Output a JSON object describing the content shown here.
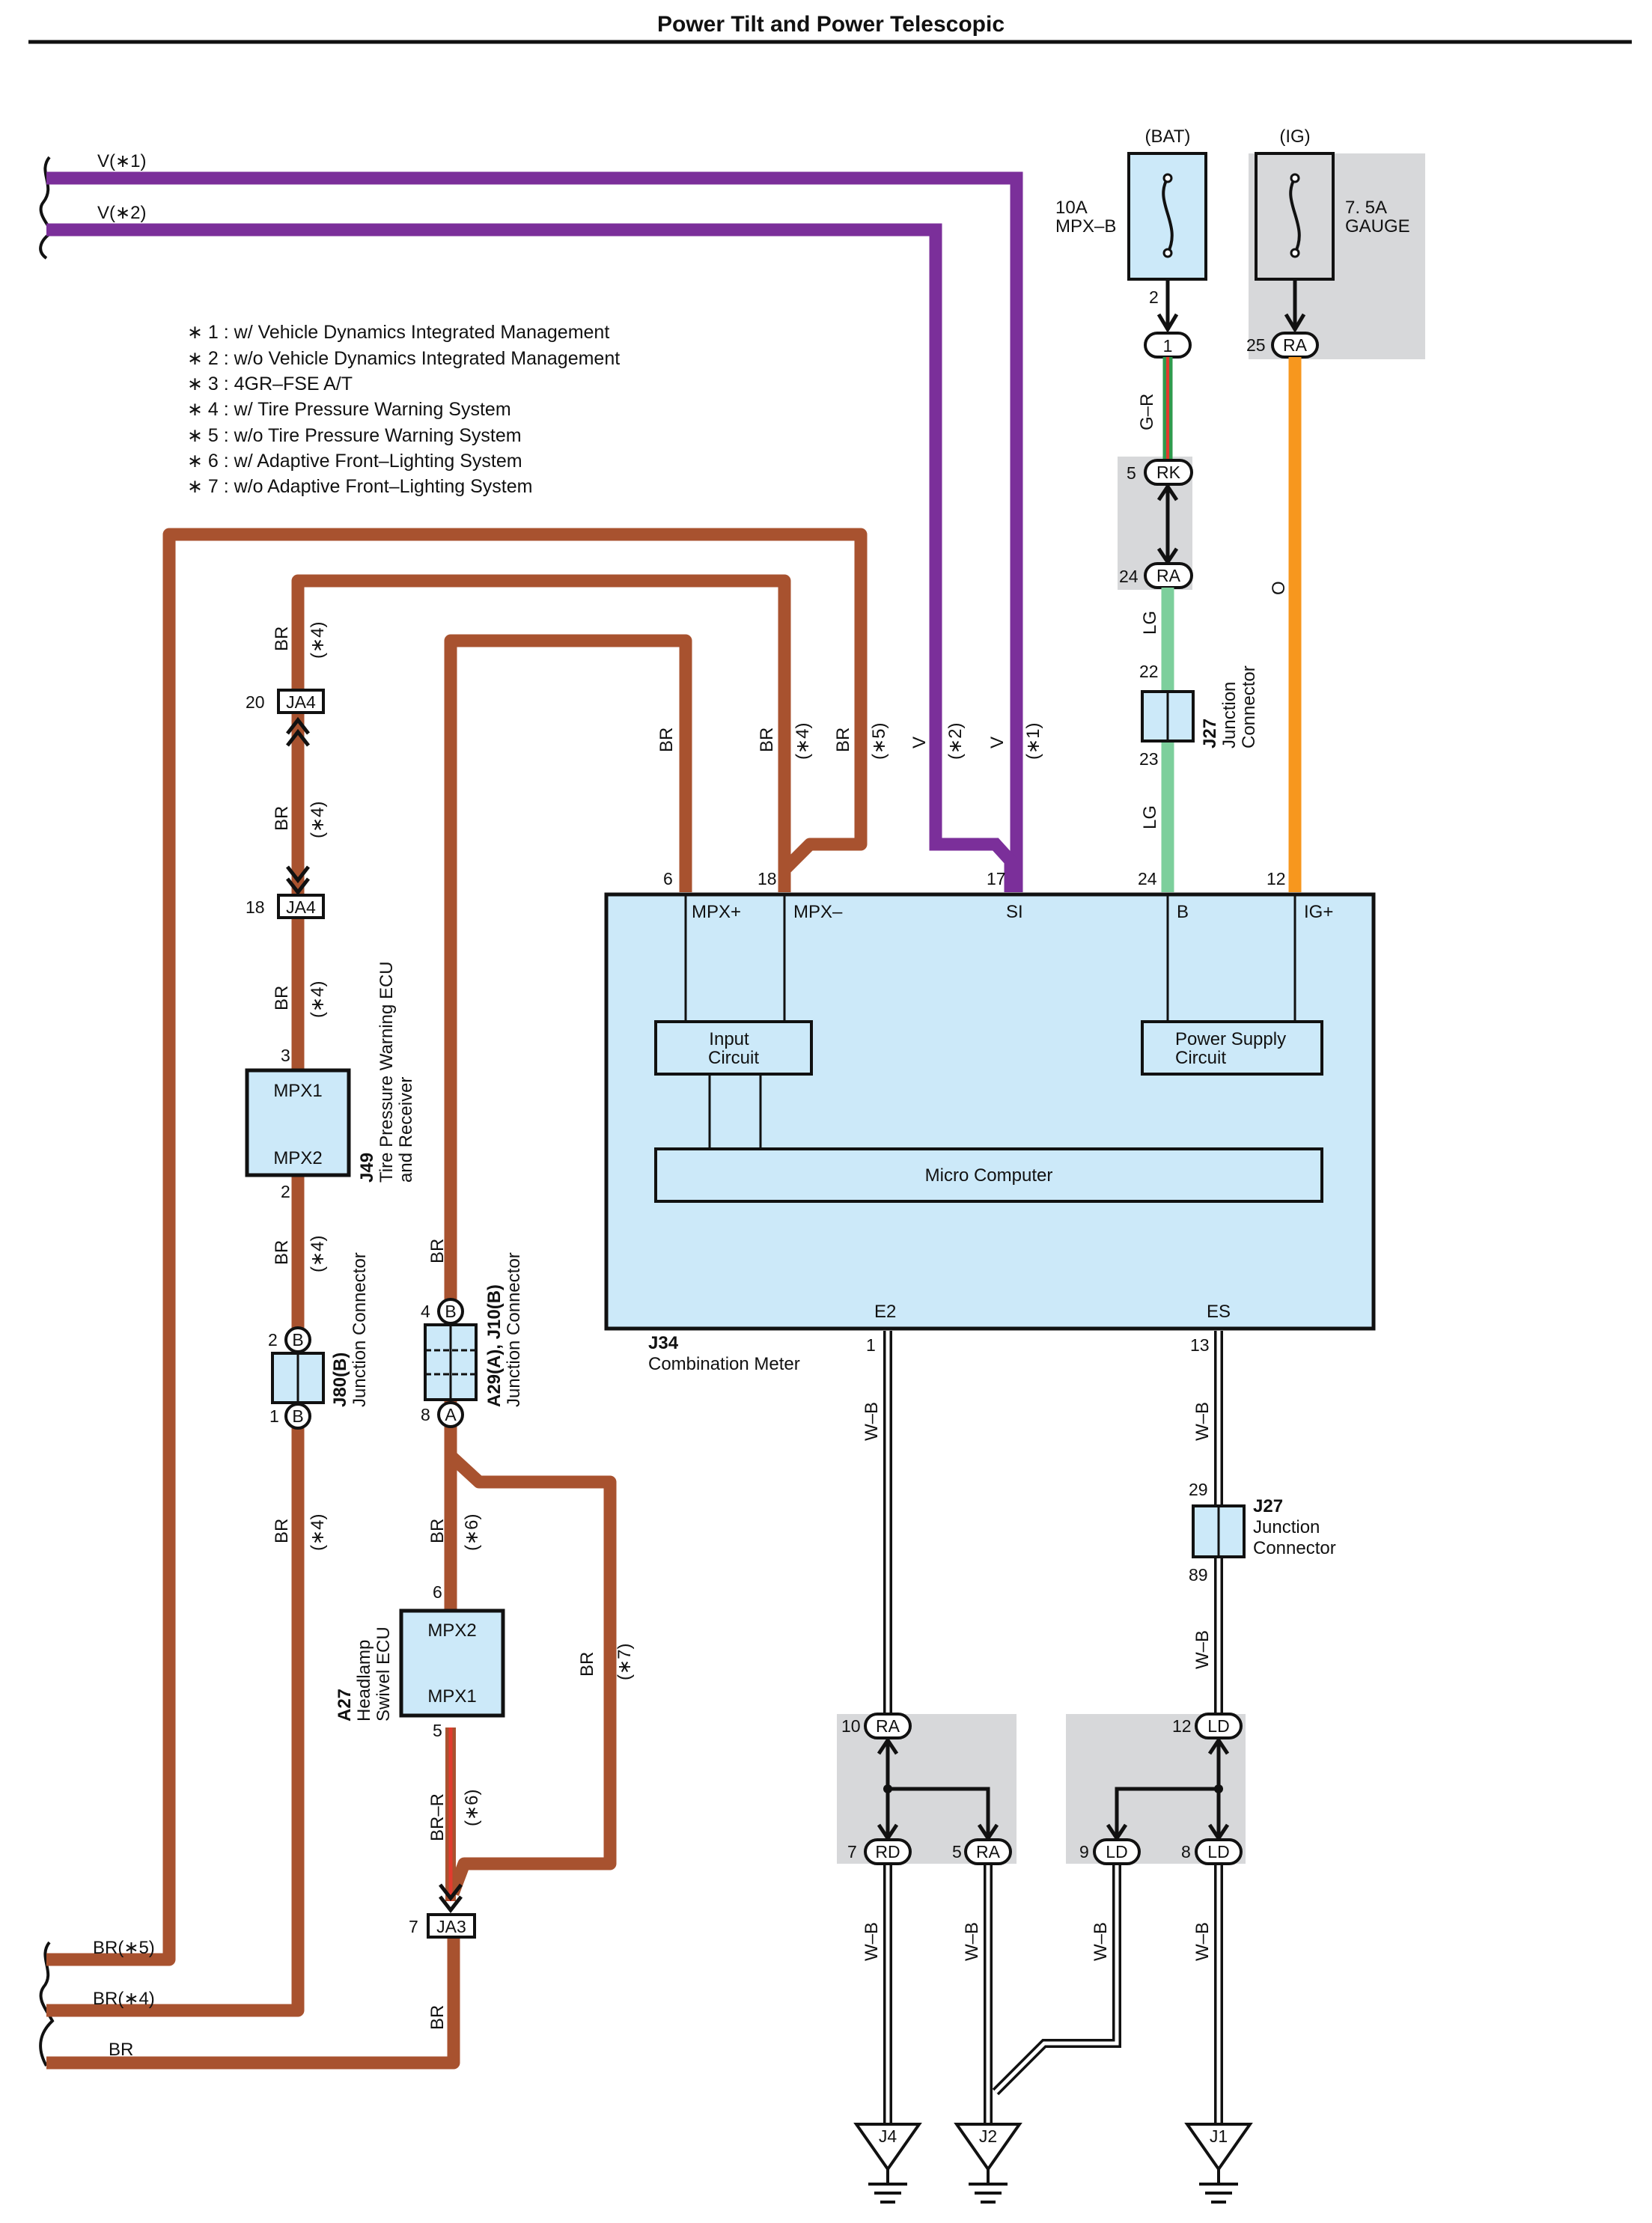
{
  "title": "Power Tilt and Power Telescopic",
  "notes": [
    "∗ 1 : w/ Vehicle Dynamics Integrated Management",
    "∗ 2 : w/o Vehicle Dynamics Integrated Management",
    "∗ 3 : 4GR–FSE A/T",
    "∗ 4 : w/ Tire Pressure Warning System",
    "∗ 5 : w/o Tire Pressure Warning System",
    "∗ 6 : w/ Adaptive Front–Lighting System",
    "∗ 7 : w/o Adaptive Front–Lighting System"
  ],
  "colors": {
    "violet": "#7b2f9a",
    "brown": "#a8522f",
    "orange": "#f7971e",
    "light_green": "#7dcf9c",
    "component_fill": "#cce9f9",
    "shade": "#d7d8da"
  },
  "left_wires": {
    "v1": "V(∗1)",
    "v2": "V(∗2)",
    "br5": "BR(∗5)",
    "br4": "BR(∗4)",
    "br": "BR"
  },
  "power": {
    "bat": "(BAT)",
    "ig": "(IG)",
    "fuse1_amp": "10A",
    "fuse1_name": "MPX–B",
    "fuse2_amp": "7. 5A",
    "fuse2_name": "GAUGE",
    "pin_2": "2",
    "conn_1": "1",
    "pin_25": "25",
    "conn_ra_ig": "RA",
    "wire_gr": "G–R",
    "pin_5": "5",
    "conn_rk": "RK",
    "pin_24": "24",
    "conn_ra_lg": "RA",
    "wire_lg_1": "LG",
    "wire_o": "O",
    "j27_ref": "J27",
    "j27_name_1": "Junction",
    "j27_name_2": "Connector",
    "pin_22": "22",
    "pin_23": "23",
    "wire_lg_2": "LG"
  },
  "meter": {
    "ref": "J34",
    "name": "Combination Meter",
    "pin_6": "6",
    "pin_18": "18",
    "pin_17": "17",
    "pin_24": "24",
    "pin_12": "12",
    "t_mpxp": "MPX+",
    "t_mpxm": "MPX–",
    "t_si": "SI",
    "t_b": "B",
    "t_ig": "IG+",
    "input_1": "Input",
    "input_2": "Circuit",
    "psc_1": "Power Supply",
    "psc_2": "Circuit",
    "micro": "Micro Computer",
    "t_e2": "E2",
    "t_es": "ES",
    "pin_1": "1",
    "pin_13": "13"
  },
  "above_meter_wires": {
    "br": "BR",
    "br4_c": "BR",
    "br4_n": "(∗4)",
    "br5_c": "BR",
    "br5_n": "(∗5)",
    "v2_c": "V",
    "v2_n": "(∗2)",
    "v1_c": "V",
    "v1_n": "(∗1)"
  },
  "tpws": {
    "wire_c": "BR",
    "wire_n": "(∗4)",
    "pin_20": "20",
    "conn_ja4_a": "JA4",
    "pin_18": "18",
    "conn_ja4_b": "JA4",
    "pin_3": "3",
    "mpx1": "MPX1",
    "mpx2": "MPX2",
    "pin_2": "2",
    "ecu_ref": "J49",
    "ecu_name_1": "Tire Pressure Warning ECU",
    "ecu_name_2": "and Receiver",
    "j80_pin_2": "2",
    "j80_b_top": "B",
    "j80_pin_1": "1",
    "j80_b_bot": "B",
    "j80_ref": "J80(B)",
    "j80_name": "Junction Connector"
  },
  "headlamp": {
    "wire_br": "BR",
    "pin_4": "4",
    "j_b": "B",
    "pin_8": "8",
    "j_a": "A",
    "j_ref": "A29(A), J10(B)",
    "j_name": "Junction Connector",
    "wire_br6_c": "BR",
    "wire_br6_n": "(∗6)",
    "wire_br7_c": "BR",
    "wire_br7_n": "(∗7)",
    "pin_6": "6",
    "mpx2": "MPX2",
    "mpx1": "MPX1",
    "pin_5": "5",
    "ecu_ref": "A27",
    "ecu_name_1": "Headlamp",
    "ecu_name_2": "Swivel ECU",
    "wire_brr_c": "BR–R",
    "wire_brr_n": "(∗6)",
    "pin_7": "7",
    "conn_ja3": "JA3",
    "wire_br_bottom": "BR"
  },
  "ground": {
    "wb": "W–B",
    "j27_ref": "J27",
    "j27_name_1": "Junction",
    "j27_name_2": "Connector",
    "pin_29": "29",
    "pin_89": "89",
    "pin_10": "10",
    "conn_ra_10": "RA",
    "pin_7": "7",
    "conn_rd": "RD",
    "pin_5": "5",
    "conn_ra_5": "RA",
    "pin_12": "12",
    "conn_ld_12": "LD",
    "pin_9": "9",
    "conn_ld_9": "LD",
    "pin_8": "8",
    "conn_ld_8": "LD",
    "g_j4": "J4",
    "g_j2": "J2",
    "g_j1": "J1"
  }
}
